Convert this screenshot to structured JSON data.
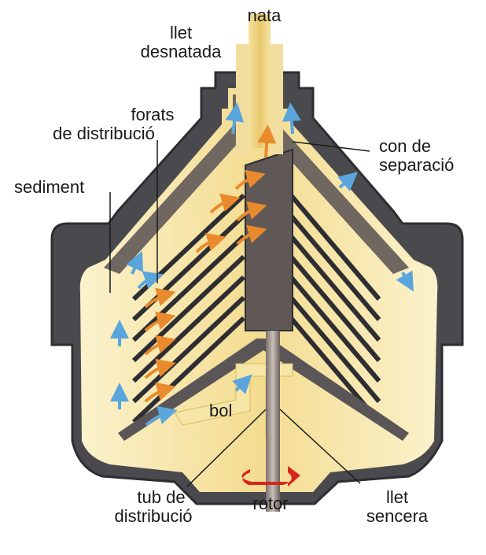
{
  "labels": {
    "nata": "nata",
    "llet_desnatada_1": "llet",
    "llet_desnatada_2": "desnatada",
    "forats_1": "forats",
    "forats_2": "de distribució",
    "con_1": "con de",
    "con_2": "separació",
    "sediment": "sediment",
    "bol": "bol",
    "tub_1": "tub de",
    "tub_2": "distribució",
    "rotor": "rotor",
    "llet_sencera_1": "llet",
    "llet_sencera_2": "sencera"
  },
  "colors": {
    "housing": "#4a4a4e",
    "housing_edge": "#2e2e32",
    "cone_shadow": "#6f6760",
    "cream": "#f7e6a6",
    "cream_light": "#fbf2cc",
    "cream_dark": "#eccf78",
    "milk_flow": "#e98a2c",
    "skim_flow": "#5aa6dc",
    "rotor_red": "#d7261e"
  }
}
